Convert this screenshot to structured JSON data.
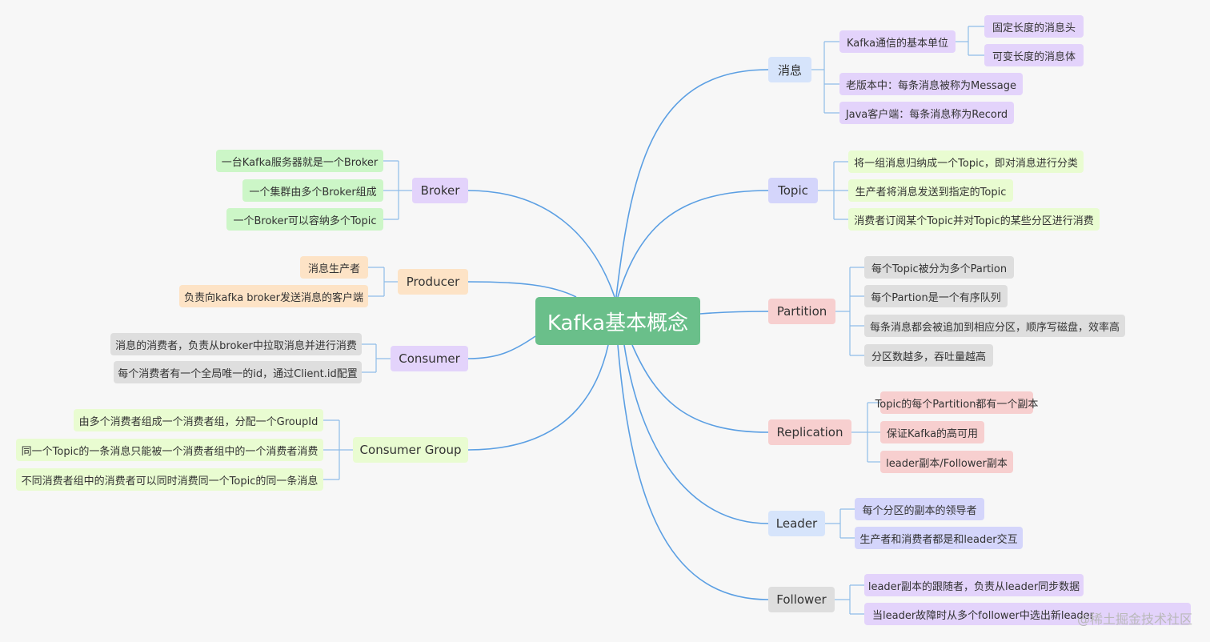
{
  "root": "Kafka基本概念",
  "right": {
    "message": {
      "label": "消息",
      "children": [
        "Kafka通信的基本单位",
        "老版本中：每条消息被称为Message",
        "Java客户端：每条消息称为Record"
      ],
      "sub": [
        "固定长度的消息头",
        "可变长度的消息体"
      ]
    },
    "topic": {
      "label": "Topic",
      "children": [
        "将一组消息归纳成一个Topic，即对消息进行分类",
        "生产者将消息发送到指定的Topic",
        "消费者订阅某个Topic并对Topic的某些分区进行消费"
      ]
    },
    "partition": {
      "label": "Partition",
      "children": [
        "每个Topic被分为多个Partion",
        "每个Partion是一个有序队列",
        "每条消息都会被追加到相应分区，顺序写磁盘，效率高",
        "分区数越多，吞吐量越高"
      ]
    },
    "replication": {
      "label": "Replication",
      "children": [
        "Topic的每个Partition都有一个副本",
        "保证Kafka的高可用",
        "leader副本/Follower副本"
      ]
    },
    "leader": {
      "label": "Leader",
      "children": [
        "每个分区的副本的领导者",
        "生产者和消费者都是和leader交互"
      ]
    },
    "follower": {
      "label": "Follower",
      "children": [
        "leader副本的跟随者，负责从leader同步数据",
        "当leader故障时从多个follower中选出新leader"
      ]
    }
  },
  "left": {
    "broker": {
      "label": "Broker",
      "children": [
        "一台Kafka服务器就是一个Broker",
        "一个集群由多个Broker组成",
        "一个Broker可以容纳多个Topic"
      ]
    },
    "producer": {
      "label": "Producer",
      "children": [
        "消息生产者",
        "负责向kafka broker发送消息的客户端"
      ]
    },
    "consumer": {
      "label": "Consumer",
      "children": [
        "消息的消费者，负责从broker中拉取消息并进行消费",
        "每个消费者有一个全局唯一的id，通过Client.id配置"
      ]
    },
    "consumer_group": {
      "label": "Consumer Group",
      "children": [
        "由多个消费者组成一个消费者组，分配一个GroupId",
        "同一个Topic的一条消息只能被一个消费者组中的一个消费者消费",
        "不同消费者组中的消费者可以同时消费同一个Topic的同一条消息"
      ]
    }
  },
  "watermark": "@稀土掘金技术社区",
  "colors": {
    "connector": "#5b9fe3",
    "leaf_connector": "#8fbde8",
    "root": "#6abf8a"
  }
}
